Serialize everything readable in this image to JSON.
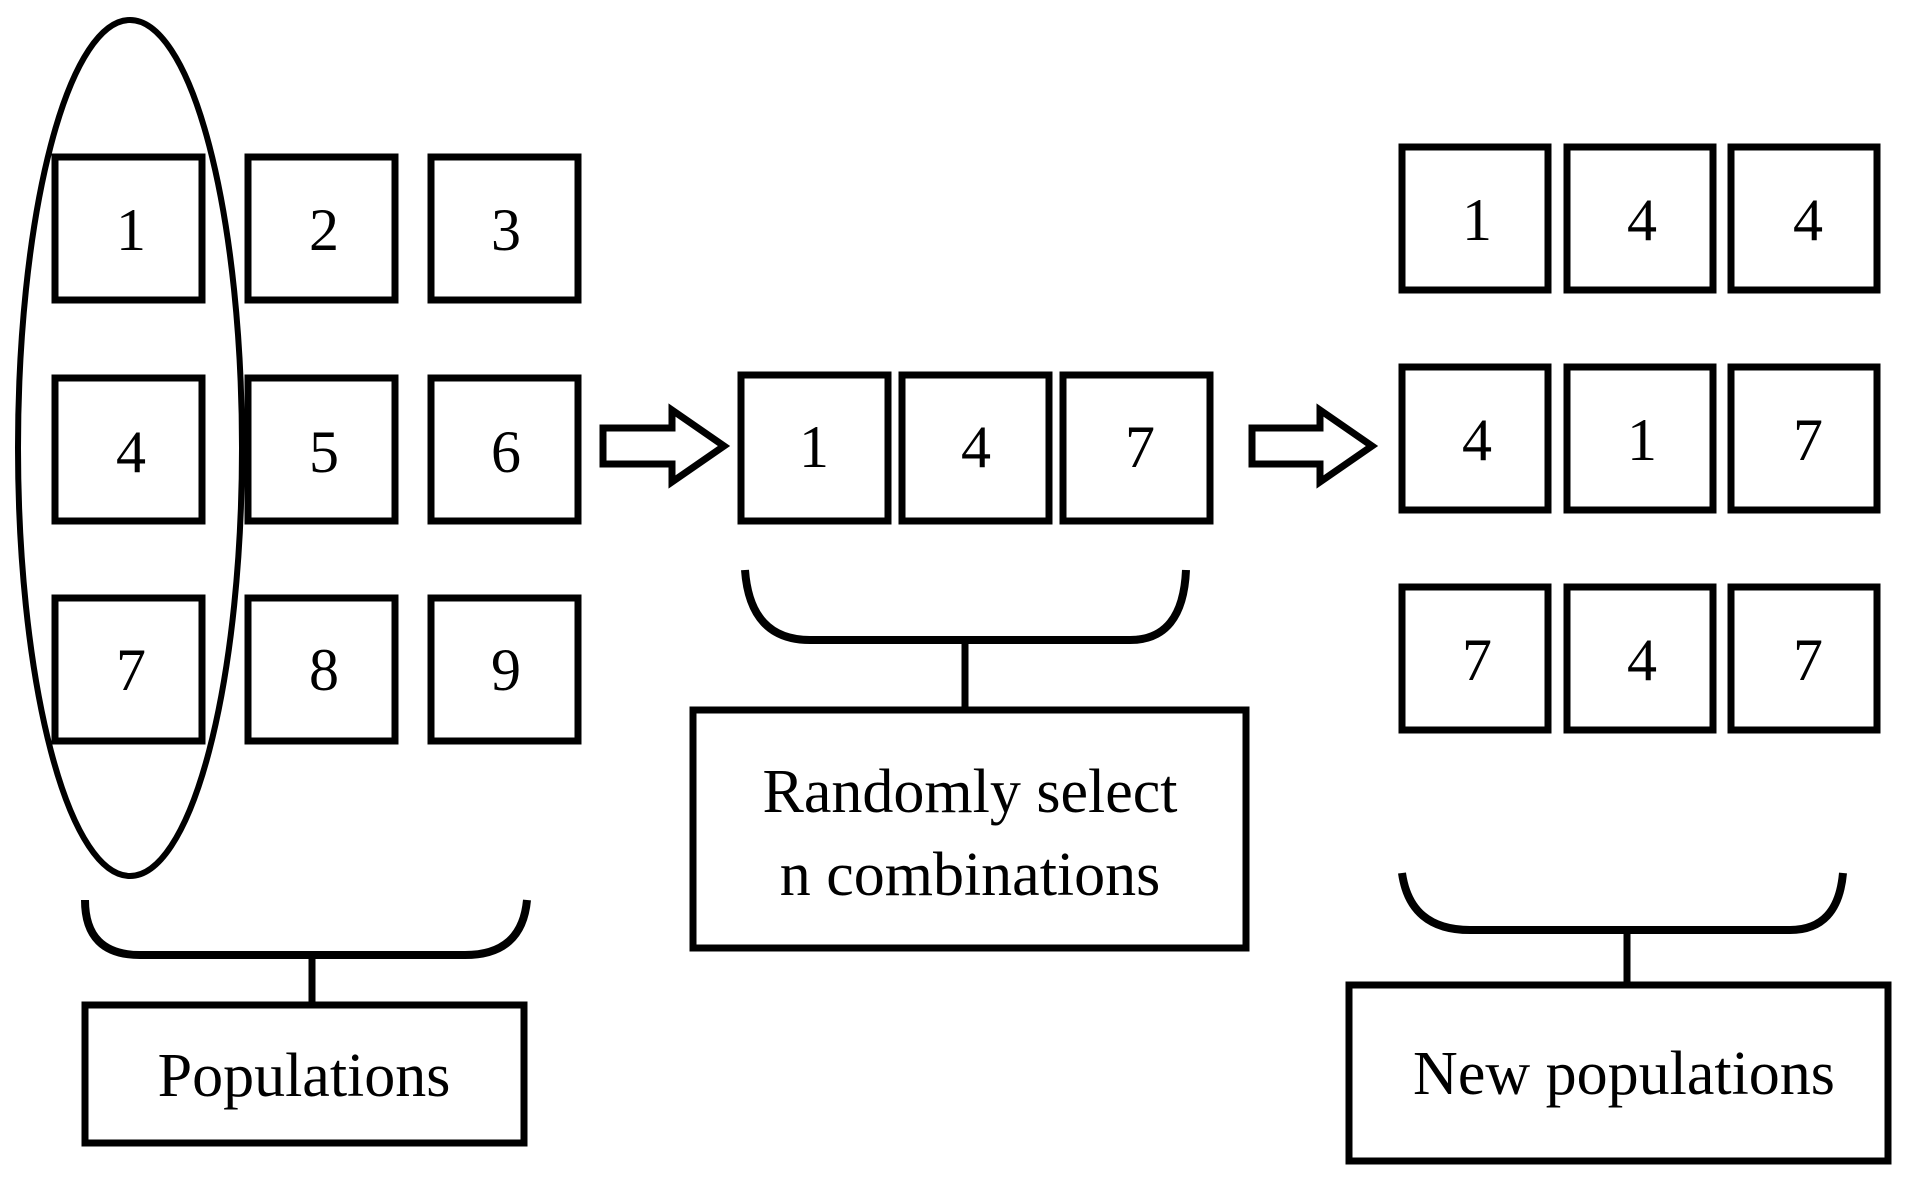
{
  "populations": {
    "cells": [
      "1",
      "2",
      "3",
      "4",
      "5",
      "6",
      "7",
      "8",
      "9"
    ],
    "label": "Populations"
  },
  "selection": {
    "cells": [
      "1",
      "4",
      "7"
    ],
    "label_line1": "Randomly select",
    "label_line2": "n combinations"
  },
  "new_populations": {
    "cells": [
      "1",
      "4",
      "4",
      "4",
      "1",
      "7",
      "7",
      "4",
      "7"
    ],
    "label": "New populations"
  },
  "colors": {
    "stroke": "#000000",
    "background": "#ffffff"
  }
}
